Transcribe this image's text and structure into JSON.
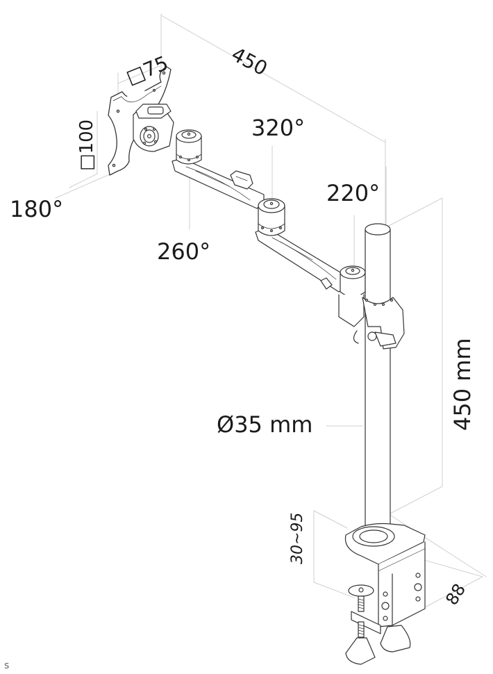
{
  "diagram": {
    "subject": "Monitor arm with desk clamp and pole — dimension drawing",
    "labels": {
      "vesa_small": "□75",
      "vesa_large": "□100",
      "arm_reach": "450",
      "rotation_tilt": "180°",
      "rotation_joint_1": "260°",
      "rotation_joint_2": "320°",
      "rotation_joint_3": "220°",
      "pole_diameter": "Ø35 mm",
      "pole_height": "450 mm",
      "clamp_range": "30~95",
      "clamp_depth": "88"
    },
    "corner_mark": "s"
  },
  "colors": {
    "line": "#333333",
    "dim_line": "#c8c8c8",
    "text": "#1a1a1a",
    "background": "#ffffff"
  }
}
